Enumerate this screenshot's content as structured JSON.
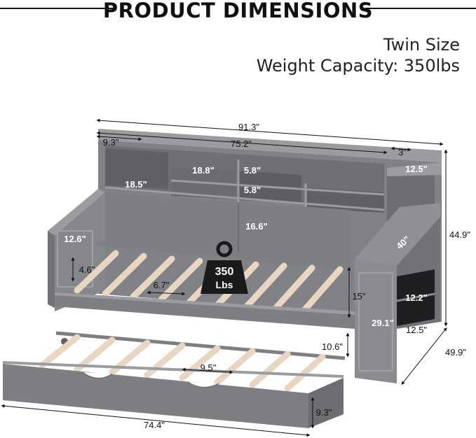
{
  "header": {
    "title": "PRODUCT DIMENSIONS",
    "size_text": "Twin Size",
    "weight_text": "Weight Capacity: 350lbs"
  },
  "badge": {
    "value": "350",
    "unit": "Lbs"
  },
  "dimensions": {
    "overall_length": "91.3\"",
    "left_shelf": "9.3\"",
    "top_shelf": "75.2\"",
    "corner_gap": "3\"",
    "corner_top": "12.5\"",
    "middle_shelf": "18.8\"",
    "shelf_h1": "5.8\"",
    "shelf_h2": "5.8\"",
    "left_cubby": "18.5\"",
    "headboard_h": "16.6\"",
    "side_panel_h": "12.6\"",
    "rail_h": "4.6\"",
    "slat_gap": "6.7\"",
    "desk_length": "40\"",
    "overall_height": "44.9\"",
    "bed_height": "15\"",
    "cabinet_cubby": "12.2\"",
    "cabinet_h": "29.1\"",
    "cabinet_d": "12.5\"",
    "overall_depth": "49.9\"",
    "trundle_h": "10.6\"",
    "trundle_slat_gap": "9.5\"",
    "trundle_front_h": "9.3\"",
    "trundle_length": "74.4\""
  },
  "colors": {
    "frame": "#7d7f83",
    "frame_light": "#9a9c9f",
    "frame_dark": "#5f6165",
    "slat": "#e8d6c2",
    "badge": "#1a1a1a"
  }
}
